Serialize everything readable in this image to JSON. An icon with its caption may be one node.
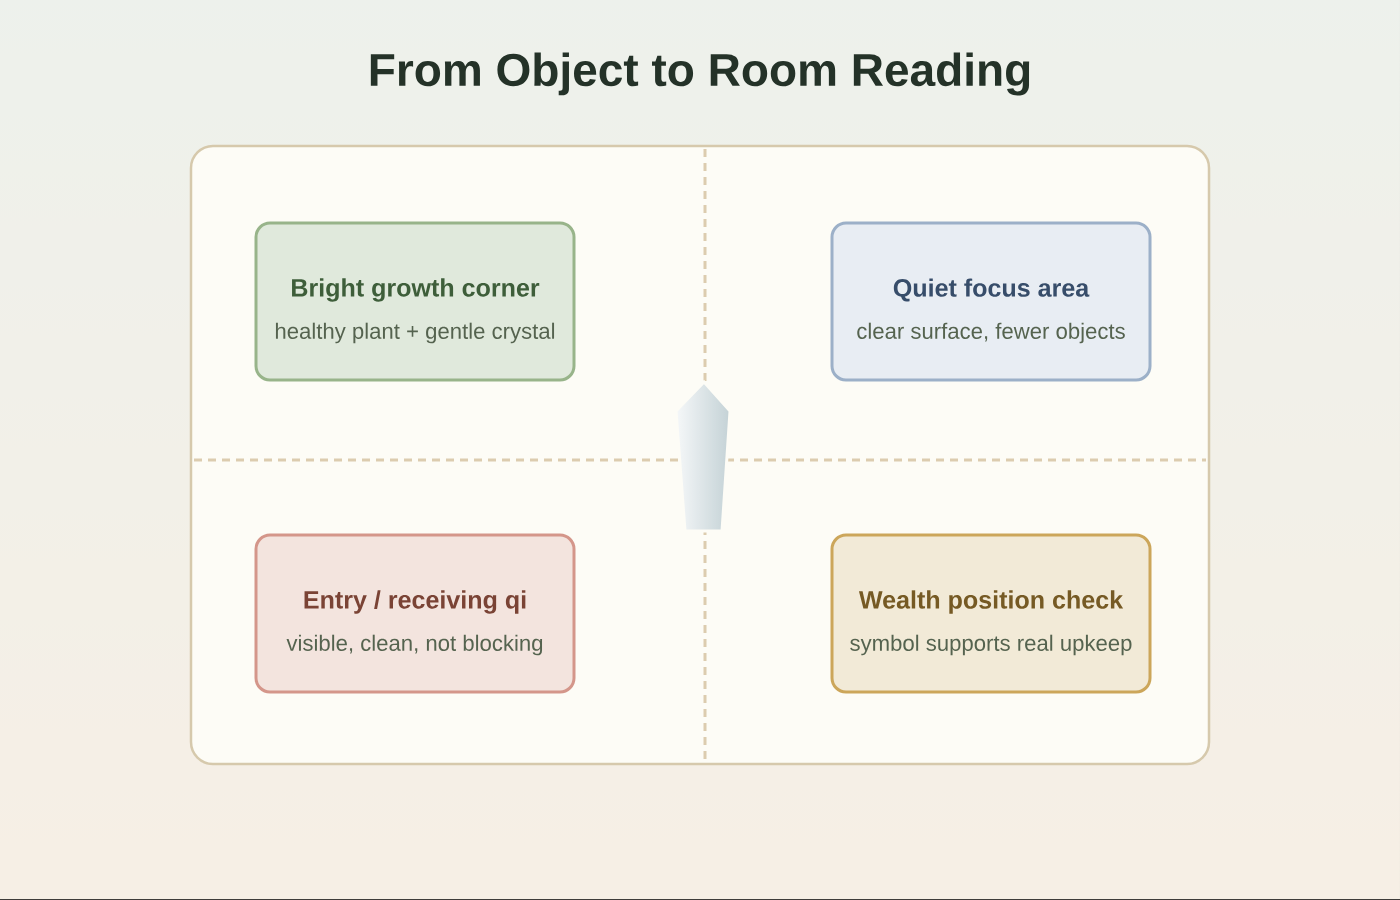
{
  "diagram": {
    "title": "From Object to Room Reading",
    "nodes": [
      {
        "text": [],
        "shape": "box"
      },
      {
        "text": [
          "Bright growth corner",
          "healthy plant + gentle crystal"
        ],
        "in": 0
      },
      {
        "text": [
          "Quiet focus area",
          "clear surface, fewer objects"
        ],
        "in": 0
      },
      {
        "text": [
          "Entry / receiving qi",
          "visible, clean, not blocking"
        ],
        "in": 0
      },
      {
        "text": [
          "Wealth position check",
          "symbol supports real upkeep"
        ],
        "in": 0
      }
    ]
  }
}
